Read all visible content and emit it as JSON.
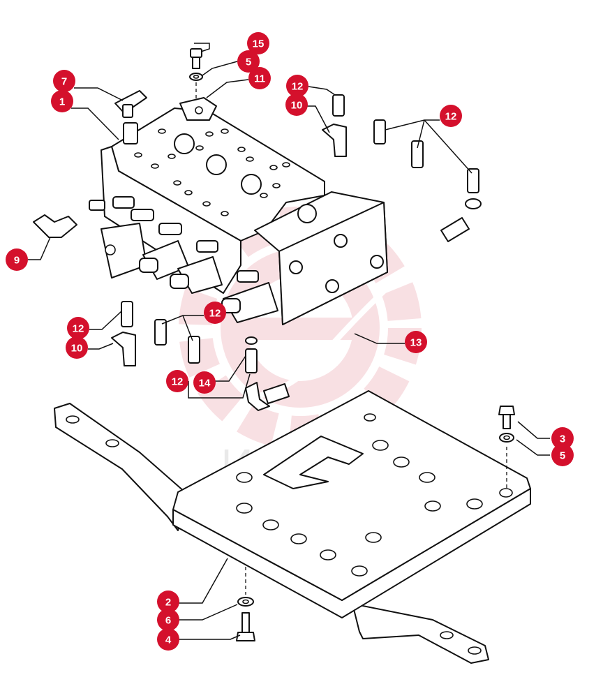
{
  "watermark": {
    "text": "ИНТЕХ",
    "logo_color": "#f4c7cd"
  },
  "accent_color": "#d4102c",
  "callouts": [
    {
      "id": "c-15",
      "label": "15"
    },
    {
      "id": "c-5a",
      "label": "5"
    },
    {
      "id": "c-11",
      "label": "11"
    },
    {
      "id": "c-7",
      "label": "7"
    },
    {
      "id": "c-1",
      "label": "1"
    },
    {
      "id": "c-12a",
      "label": "12"
    },
    {
      "id": "c-10a",
      "label": "10"
    },
    {
      "id": "c-12b",
      "label": "12"
    },
    {
      "id": "c-9",
      "label": "9"
    },
    {
      "id": "c-12c",
      "label": "12"
    },
    {
      "id": "c-12d",
      "label": "12"
    },
    {
      "id": "c-10b",
      "label": "10"
    },
    {
      "id": "c-13",
      "label": "13"
    },
    {
      "id": "c-12e",
      "label": "12"
    },
    {
      "id": "c-14",
      "label": "14"
    },
    {
      "id": "c-3",
      "label": "3"
    },
    {
      "id": "c-5b",
      "label": "5"
    },
    {
      "id": "c-2",
      "label": "2"
    },
    {
      "id": "c-6",
      "label": "6"
    },
    {
      "id": "c-4",
      "label": "4"
    }
  ]
}
